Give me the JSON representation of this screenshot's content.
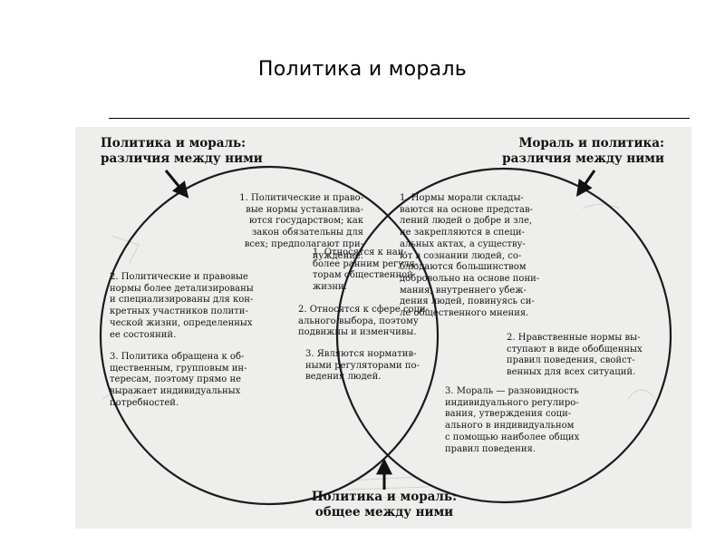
{
  "slide": {
    "title": "Политика и мораль"
  },
  "diagram": {
    "headers": {
      "left": [
        "Политика и мораль:",
        "различия между ними"
      ],
      "right": [
        "Мораль и политика:",
        "различия между ними"
      ],
      "bottom": [
        "Политика и мораль:",
        "общее между ними"
      ]
    },
    "left_items": [
      {
        "lines": [
          "1. Политические и право-",
          "вые нормы устанавлива-",
          "ются государством; как",
          "закон обязательны для",
          "всех; предполагают при-",
          "нуждение."
        ]
      },
      {
        "lines": [
          "2. Политические и правовые",
          "нормы более детализированы",
          "и специализированы для кон-",
          "кретных участников полити-",
          "ческой жизни, определенных",
          "ее состояний."
        ]
      },
      {
        "lines": [
          "3. Политика обращена к об-",
          "щественным, групповым ин-",
          "тересам, поэтому прямо не",
          "выражает индивидуальных",
          "потребностей."
        ]
      }
    ],
    "common_items": [
      {
        "lines": [
          "1. Относятся к наи-",
          "более ранним регуля-",
          "торам общественной",
          "жизни."
        ]
      },
      {
        "lines": [
          "2. Относятся к сфере соци-",
          "ального выбора, поэтому",
          "подвижны и изменчивы."
        ]
      },
      {
        "lines": [
          "3. Являются норматив-",
          "ными регуляторами по-",
          "ведения людей."
        ]
      }
    ],
    "right_items": [
      {
        "lines": [
          "1. Нормы морали склады-",
          "ваются на основе представ-",
          "лений людей о добре и зле,",
          "не закрепляются в специ-",
          "альных актах, а существу-",
          "ют в сознании людей, со-",
          "блюдаются большинством",
          "добровольно на основе пони-",
          "мания, внутреннего убеж-",
          "дения людей, повинуясь си-",
          "ле общественного мнения."
        ]
      },
      {
        "lines": [
          "2. Нравственные нормы вы-",
          "ступают в виде обобщенных",
          "правил поведения, свойст-",
          "венных для всех ситуаций."
        ]
      },
      {
        "lines": [
          "3. Мораль — разновидность",
          "индивидуального регулиро-",
          "вания, утверждения соци-",
          "ального в индивидуальном",
          "с помощью наиболее общих",
          "правил поведения."
        ]
      }
    ]
  }
}
